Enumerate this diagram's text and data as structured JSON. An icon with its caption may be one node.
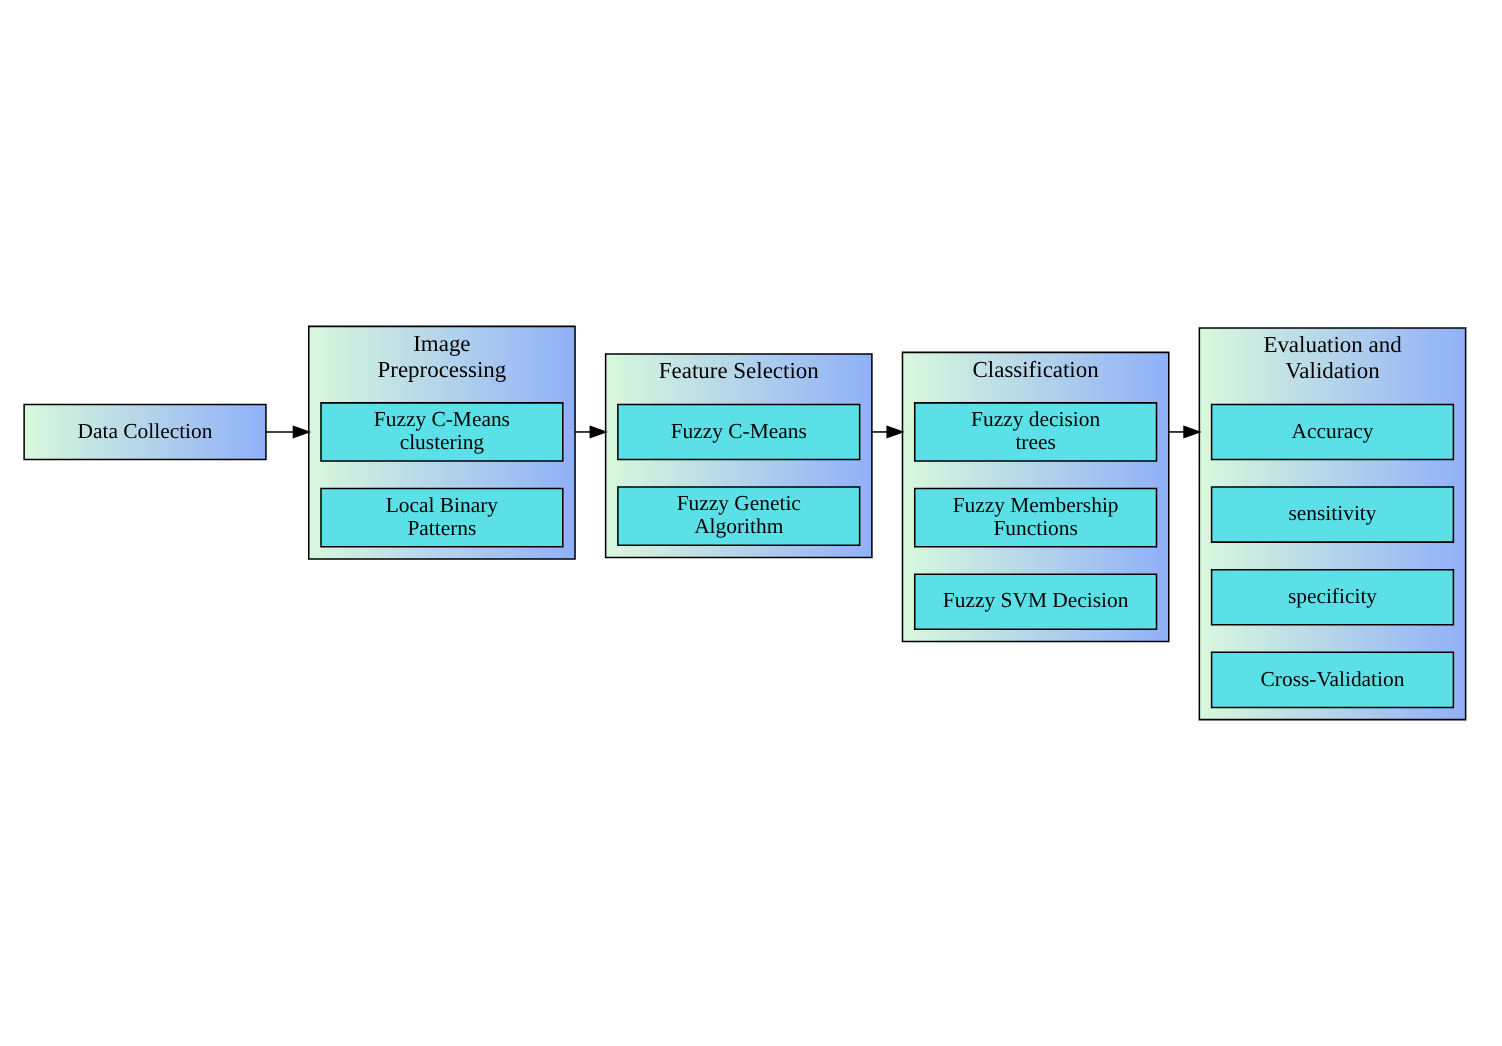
{
  "diagram": {
    "nodes": [
      {
        "text": [
          "Data Collection"
        ]
      },
      {
        "text": [
          "Image Preprocessing"
        ]
      },
      {
        "text": [
          "Fuzzy C-Means clustering"
        ],
        "in": 1
      },
      {
        "text": [
          "Local Binary Patterns"
        ],
        "in": 1
      },
      {
        "text": [
          "Feature Selection"
        ]
      },
      {
        "text": [
          "Fuzzy C-Means"
        ],
        "in": 4
      },
      {
        "text": [
          "Fuzzy Genetic Algorithm"
        ],
        "in": 4
      },
      {
        "text": [
          "Evaluation and Validation"
        ]
      },
      {
        "text": [
          "Accuracy"
        ],
        "in": 7
      },
      {
        "text": [
          "sensitivity"
        ],
        "in": 7
      },
      {
        "text": [
          "specificity"
        ],
        "in": 7
      },
      {
        "text": [
          "Cross-Validation"
        ],
        "in": 7
      },
      {
        "text": [
          "Classification"
        ]
      },
      {
        "text": [
          "Fuzzy decision trees"
        ],
        "in": 12
      },
      {
        "text": [
          "Fuzzy Membership Functions"
        ],
        "in": 12
      },
      {
        "text": [
          "Fuzzy SVM Decision"
        ],
        "in": 12
      }
    ],
    "edges": [
      {
        "from": 0,
        "to": 1,
        "arrow": "to"
      },
      {
        "from": 1,
        "to": 4,
        "arrow": "to"
      },
      {
        "from": 4,
        "to": 12,
        "arrow": "to"
      },
      {
        "from": 12,
        "to": 7,
        "arrow": "to"
      }
    ]
  }
}
